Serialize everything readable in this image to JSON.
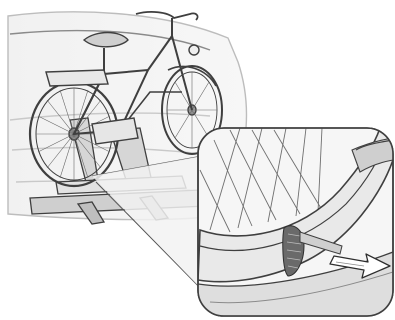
{
  "illustration": {
    "subject": "bicycle-on-rear-carrier",
    "detail_inset": "wheel-fastening-strap",
    "arrow_direction": "right-down",
    "colors": {
      "line": "#3f3f3f",
      "fill_light": "#f2f2f2",
      "fill_mid": "#dcdcdc",
      "fill_dark": "#b8b8b8",
      "background": "#ffffff"
    }
  }
}
